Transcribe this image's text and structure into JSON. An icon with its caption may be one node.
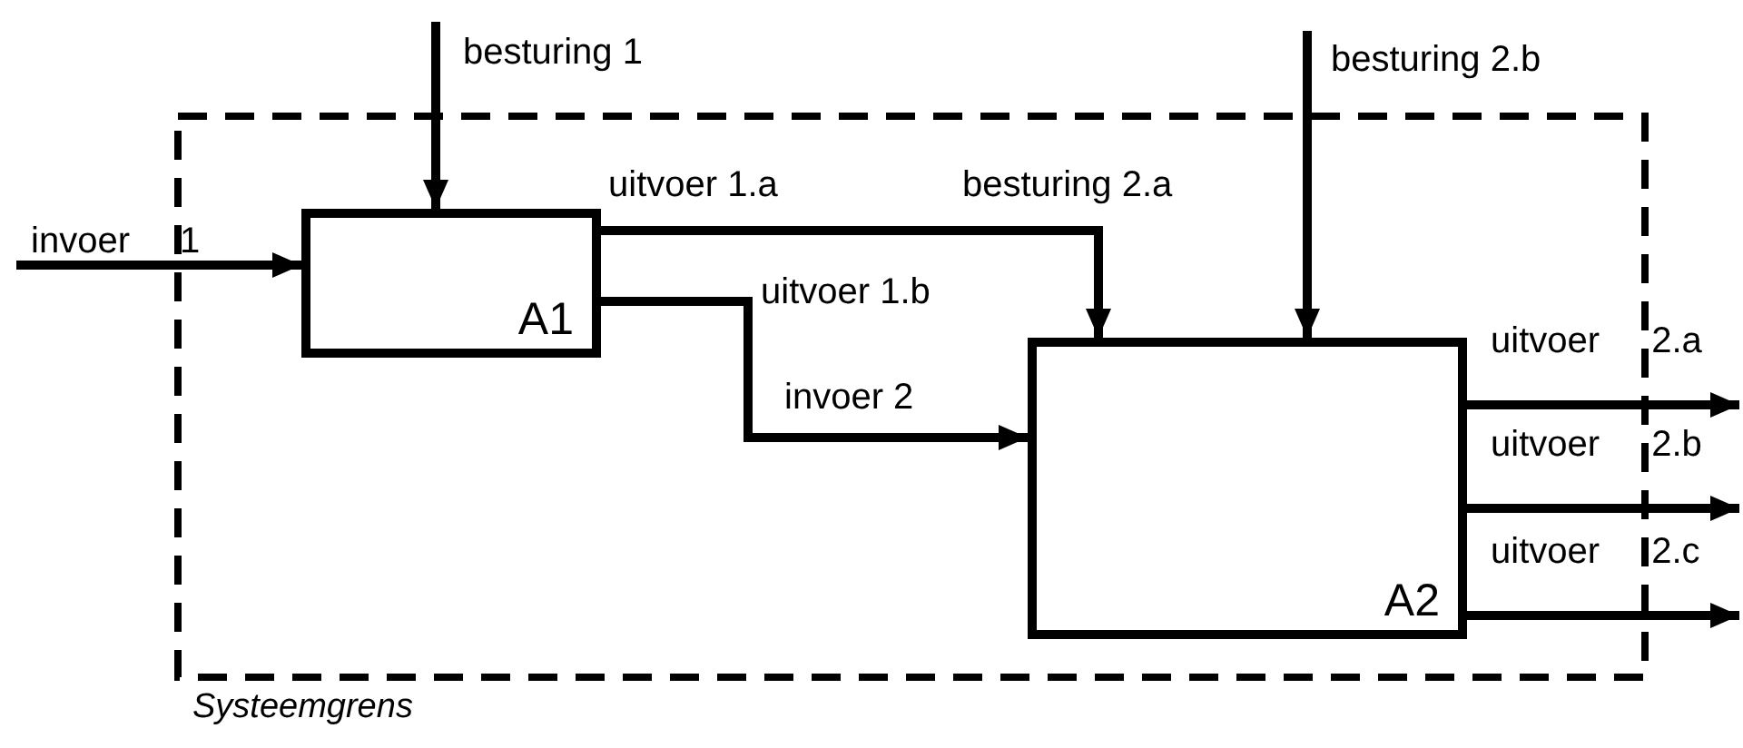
{
  "diagram": {
    "nodes": [
      {
        "text": [
          "Systeemgrens"
        ]
      },
      {
        "text": [
          "A1"
        ],
        "in": 0
      },
      {
        "text": [
          "A2"
        ],
        "in": 0
      }
    ],
    "edges": [
      {
        "from": null,
        "to": 1,
        "arrow": "to",
        "label": "invoer 1"
      },
      {
        "from": null,
        "to": 1,
        "arrow": "to",
        "label": "besturing 1"
      },
      {
        "from": 1,
        "to": 2,
        "arrow": "to",
        "label": "uitvoer 1.a"
      },
      {
        "from": 1,
        "to": 2,
        "arrow": "to",
        "label": "uitvoer 1.b"
      },
      {
        "from": null,
        "to": 2,
        "arrow": "to",
        "label": "besturing 2.b"
      },
      {
        "from": 2,
        "to": null,
        "arrow": "to",
        "label": "uitvoer 2.a"
      },
      {
        "from": 2,
        "to": null,
        "arrow": "to",
        "label": "uitvoer 2.b"
      },
      {
        "from": 2,
        "to": null,
        "arrow": "to",
        "label": "uitvoer 2.c"
      }
    ],
    "labels": [
      "besturing 2.a",
      "invoer 2"
    ]
  }
}
